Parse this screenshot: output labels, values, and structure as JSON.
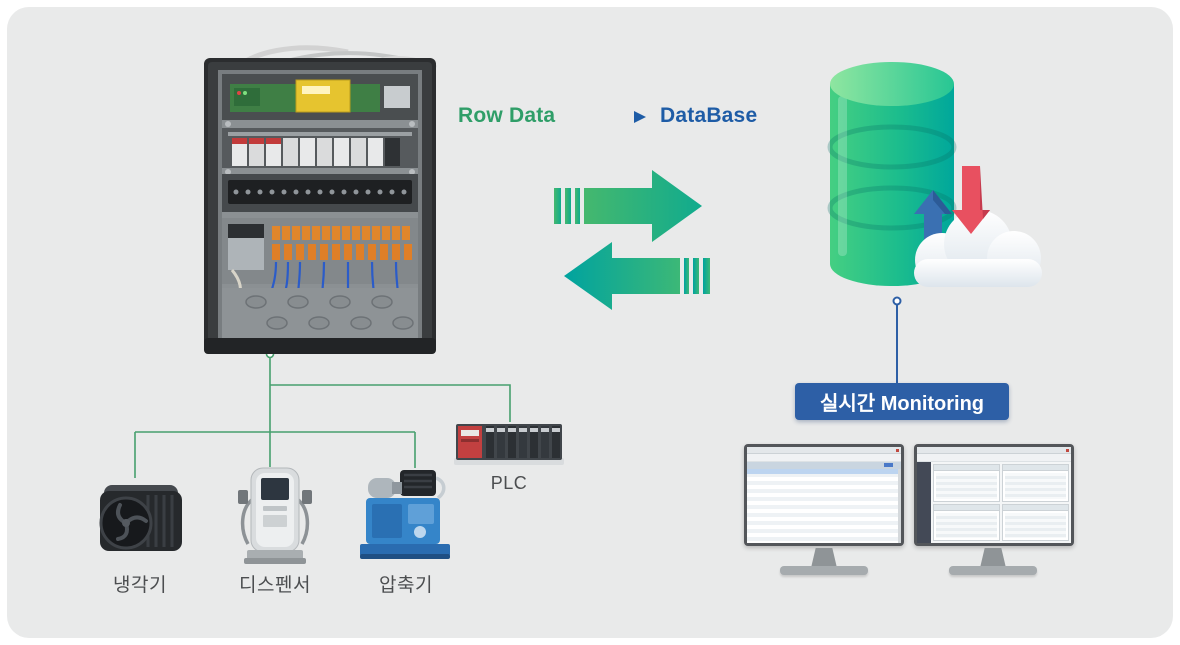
{
  "flow": {
    "row_data_label": "Row Data",
    "database_label": "DataBase"
  },
  "monitoring": {
    "badge_label": "실시간 Monitoring"
  },
  "devices": {
    "cooler_label": "냉각기",
    "dispenser_label": "디스펜서",
    "compressor_label": "압축기",
    "plc_label": "PLC"
  },
  "colors": {
    "panel_background": "#e9eaea",
    "row_data_text": "#2f9e68",
    "database_text": "#1e5ca6",
    "transfer_arrow_green": "#3cb877",
    "transfer_arrow_teal": "#00a69b",
    "badge_background": "#2d5fa6",
    "badge_text": "#ffffff",
    "device_connector_green": "#47a06e",
    "monitoring_connector_blue": "#2d5fa6",
    "cylinder_green": "#45cf82",
    "cylinder_teal": "#00a79b",
    "upload_arrow_blue": "#3a70b2",
    "download_arrow_red": "#e85060"
  }
}
